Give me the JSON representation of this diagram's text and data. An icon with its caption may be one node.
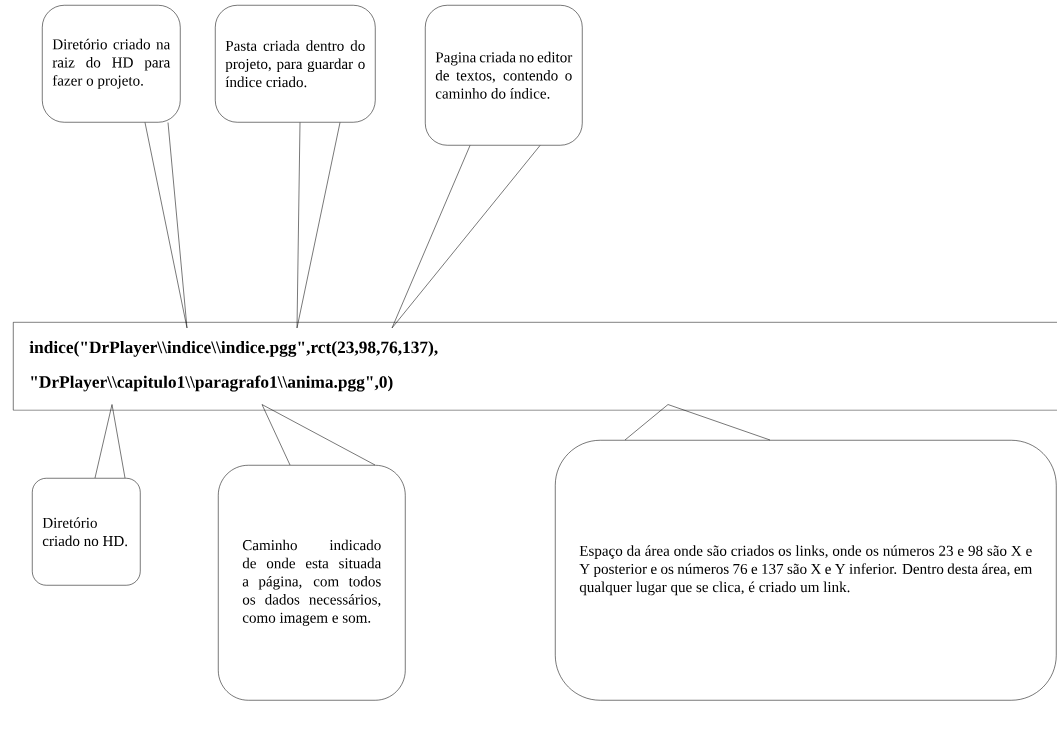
{
  "diagram": {
    "nodes": [
      {
        "text": [
          "Diretório criado na raiz do HD para fazer o projeto."
        ]
      },
      {
        "text": [
          "Pasta criada dentro do projeto, para guardar o índice criado."
        ]
      },
      {
        "text": [
          "Pagina criada no editor de textos, contendo o caminho do índice."
        ]
      },
      {
        "text": [
          "indice(\"DrPlayer\\\\indice\\\\indice.pgg\",rct(23,98,76,137),",
          "\"DrPlayer\\\\capitulo1\\\\paragrafo1\\\\anima.pgg\",0)"
        ]
      },
      {
        "text": [
          "Diretório criado no HD."
        ]
      },
      {
        "text": [
          "Caminho indicado de onde esta situada a página, com todos os dados necessários, como imagem e som."
        ]
      },
      {
        "text": [
          "Espaço da área onde são criados os links, onde os números 23 e 98 são X e Y posterior e os números 76 e 137 são X e Y inferior. Dentro desta área, em qualquer lugar que se clica, é criado um link."
        ]
      }
    ],
    "edges": [
      {
        "from": 0,
        "to": 3,
        "arrow": "none"
      },
      {
        "from": 1,
        "to": 3,
        "arrow": "none"
      },
      {
        "from": 2,
        "to": 3,
        "arrow": "none"
      },
      {
        "from": 4,
        "to": 3,
        "arrow": "none"
      },
      {
        "from": 5,
        "to": 3,
        "arrow": "none"
      },
      {
        "from": 6,
        "to": 3,
        "arrow": "none"
      }
    ]
  }
}
